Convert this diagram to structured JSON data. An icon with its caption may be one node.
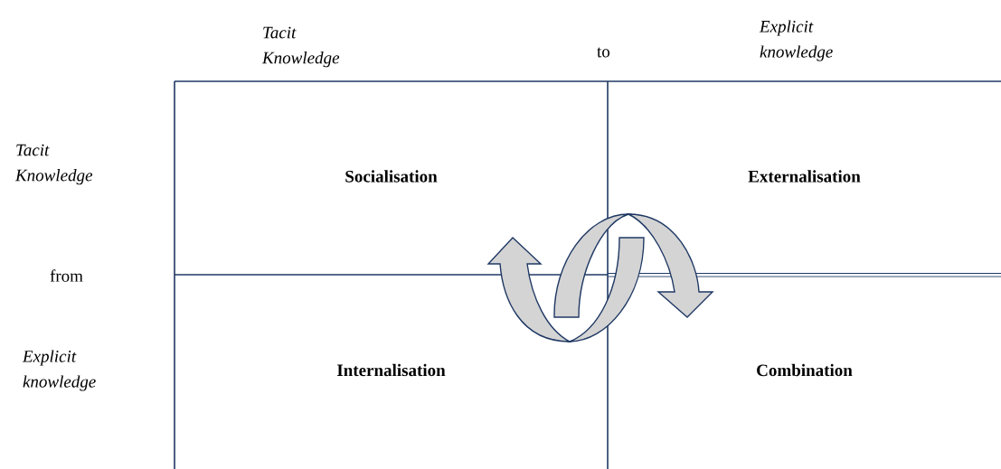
{
  "diagram": {
    "nodes": [
      {
        "text": [
          "Socialisation"
        ]
      },
      {
        "text": [
          "Externalisation"
        ]
      },
      {
        "text": [
          "Internalisation"
        ]
      },
      {
        "text": [
          "Combination"
        ]
      }
    ],
    "labels": [
      "Tacit Knowledge",
      "to",
      "Explicit knowledge",
      "Tacit Knowledge",
      "from",
      "Explicit knowledge"
    ]
  }
}
